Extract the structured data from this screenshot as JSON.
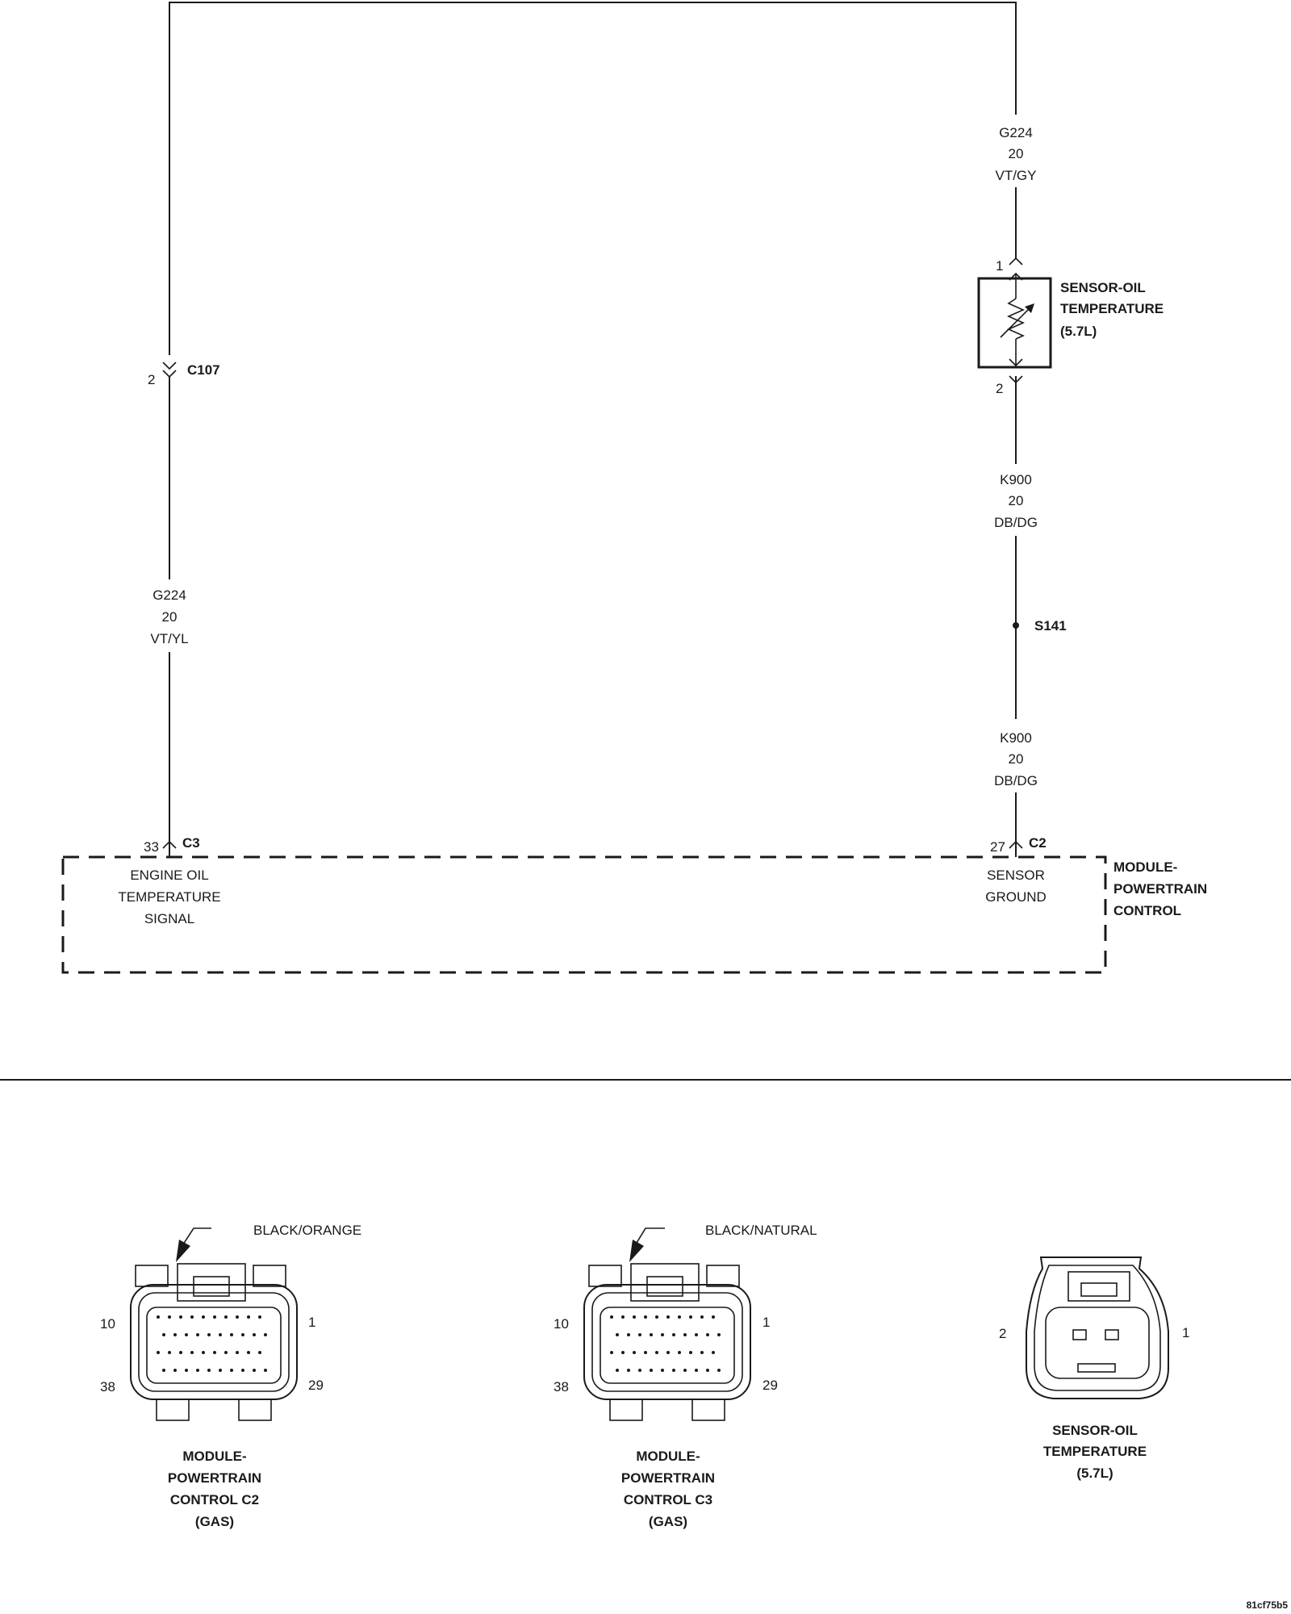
{
  "wires": {
    "top_right": {
      "circuit": "G224",
      "gauge": "20",
      "color": "VT/GY"
    },
    "left": {
      "circuit": "G224",
      "gauge": "20",
      "color": "VT/YL"
    },
    "right_mid_upper": {
      "circuit": "K900",
      "gauge": "20",
      "color": "DB/DG"
    },
    "right_mid_lower": {
      "circuit": "K900",
      "gauge": "20",
      "color": "DB/DG"
    }
  },
  "connectors": {
    "c107": {
      "name": "C107",
      "pin": "2"
    },
    "sensor_pin1": "1",
    "sensor_pin2": "2",
    "c3": {
      "name": "C3",
      "pin": "33"
    },
    "c2": {
      "name": "C2",
      "pin": "27"
    }
  },
  "splice": {
    "name": "S141"
  },
  "sensor": {
    "line1": "SENSOR-OIL",
    "line2": "TEMPERATURE",
    "line3": "(5.7L)"
  },
  "module": {
    "line1": "MODULE-",
    "line2": "POWERTRAIN",
    "line3": "CONTROL",
    "left_func": [
      "ENGINE OIL",
      "TEMPERATURE",
      "SIGNAL"
    ],
    "right_func": [
      "SENSOR",
      "GROUND"
    ]
  },
  "connector_views": {
    "c2": {
      "color_tag": "BLACK/ORANGE",
      "pins": {
        "top_left": "10",
        "top_right": "1",
        "bottom_left": "38",
        "bottom_right": "29"
      },
      "caption": [
        "MODULE-",
        "POWERTRAIN",
        "CONTROL C2",
        "(GAS)"
      ]
    },
    "c3": {
      "color_tag": "BLACK/NATURAL",
      "pins": {
        "top_left": "10",
        "top_right": "1",
        "bottom_left": "38",
        "bottom_right": "29"
      },
      "caption": [
        "MODULE-",
        "POWERTRAIN",
        "CONTROL C3",
        "(GAS)"
      ]
    },
    "sensor": {
      "pins": {
        "left": "2",
        "right": "1"
      },
      "caption": [
        "SENSOR-OIL",
        "TEMPERATURE",
        "(5.7L)"
      ]
    }
  },
  "figure_id": "81cf75b5"
}
